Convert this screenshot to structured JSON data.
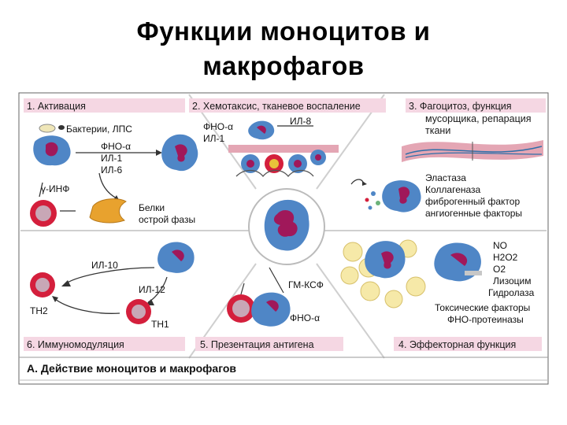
{
  "title": {
    "line1": "Функции моноцитов и",
    "line2": "макрофагов"
  },
  "panels": {
    "p1": {
      "caption": "1. Активация",
      "labels": [
        "Бактерии, ЛПС",
        "ФНО-α",
        "ИЛ-1",
        "ИЛ-6",
        "γ-ИНФ",
        "Белки",
        "острой фазы"
      ]
    },
    "p2": {
      "caption": "2. Хемотаксис, тканевое воспаление",
      "labels": [
        "ФНО-α",
        "ИЛ-8",
        "ИЛ-1"
      ]
    },
    "p3": {
      "caption_line1": "3. Фагоцитоз, функция",
      "caption_line2": "мусорщика, репарация",
      "caption_line3": "ткани",
      "labels": [
        "Эластаза",
        "Коллагеназа",
        "фиброгенный фактор",
        "ангиогенные факторы"
      ]
    },
    "p4": {
      "caption": "4. Эффекторная функция",
      "labels": [
        "NO",
        "H2O2",
        "O2",
        "Лизоцим",
        "Гидролаза",
        "Токсические факторы",
        "ФНО-протеиназы"
      ]
    },
    "p5": {
      "caption": "5. Презентация антигена",
      "labels": [
        "ГМ-КСФ",
        "ФНО-α"
      ]
    },
    "p6": {
      "caption": "6. Иммуномодуляция",
      "labels": [
        "ИЛ-10",
        "ИЛ-12",
        "TH2",
        "TH1"
      ]
    }
  },
  "figure_caption": "А. Действие моноцитов и макрофагов",
  "colors": {
    "caption_band": "#f5d7e3",
    "macrophage": "#4f86c6",
    "nucleus": "#a0185a",
    "lymphocyte": "#d41f3c",
    "liver": "#e8a22e",
    "fiber": "#e4a6b4",
    "lines": "#cfcfcf"
  }
}
